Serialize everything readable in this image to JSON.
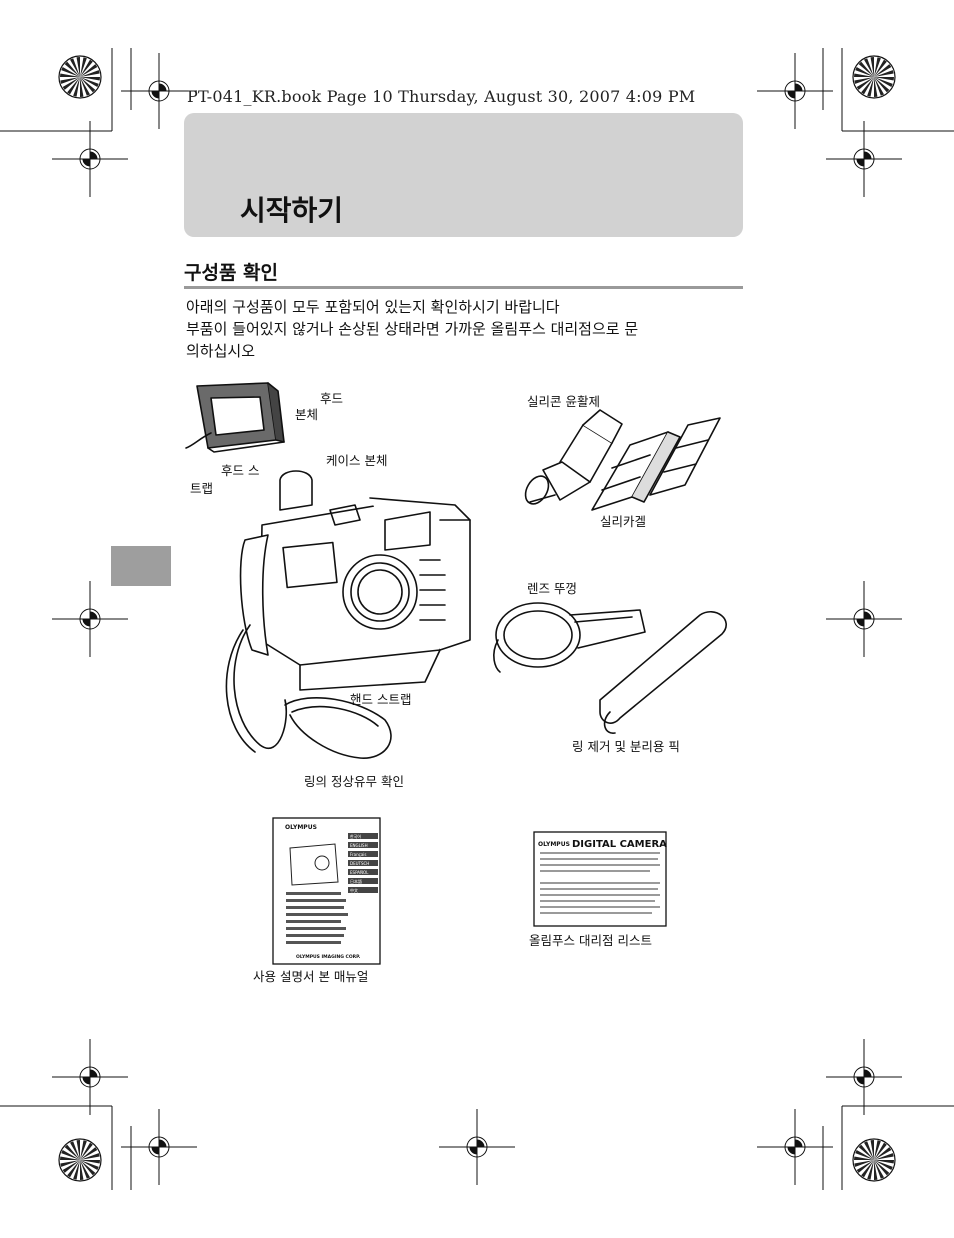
{
  "header": {
    "text": "PT-041_KR.book  Page 10  Thursday, August 30, 2007  4:09 PM"
  },
  "banner": {
    "title": "시작하기"
  },
  "section": {
    "title": "구성품 확인",
    "intro_lines": [
      "아래의 구성품이 모두 포함되어 있는지 확인하시기 바랍니다",
      "부품이 들어있지 않거나 손상된 상태라면 가까운 올림푸스 대리점으로 문",
      "의하십시오"
    ]
  },
  "labels": {
    "hood_body_1": "후드",
    "hood_body_2": "본체",
    "hood_strap_1": "후드 스",
    "hood_strap_2": "트랩",
    "case_body": "케이스 본체",
    "silicone_grease": "실리콘 윤활제",
    "silica_gel": "실리카겔",
    "lens_cap": "렌즈 뚜껑",
    "hand_strap": "핸드 스트랩",
    "ring_tool": "링 제거 및 분리용 픽",
    "ring_check": "링의 정상유무 확인",
    "manual": "사용 설명서  본 매뉴얼",
    "dealer_list": "올림푸스 대리점 리스트"
  },
  "manual_cover": {
    "brand": "OLYMPUS",
    "languages": [
      "한국어",
      "ENGLISH",
      "Français",
      "DEUTSCH",
      "ESPAÑOL",
      "日本語",
      "中文"
    ],
    "footer": "OLYMPUS IMAGING CORP."
  },
  "dealer_sheet": {
    "brand": "OLYMPUS",
    "title": "DIGITAL CAMERA"
  }
}
